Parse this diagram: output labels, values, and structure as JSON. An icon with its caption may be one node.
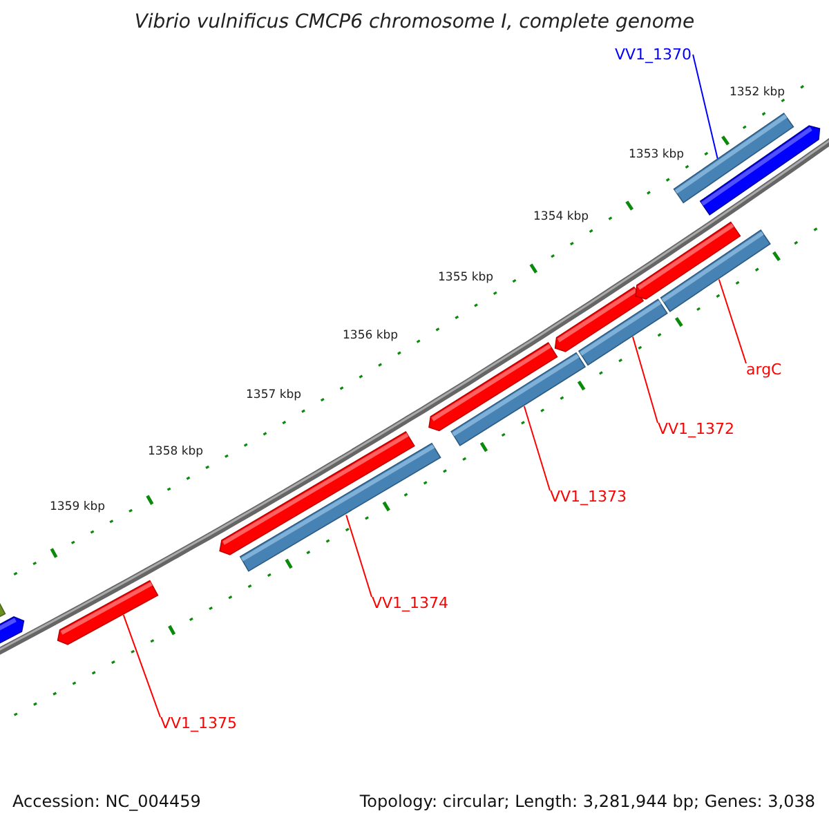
{
  "diagram": {
    "title": "Vibrio vulnificus CMCP6 chromosome I, complete genome",
    "nodes": [
      {
        "text": [
          "VV1_1370"
        ]
      },
      {
        "text": [
          "argC"
        ]
      },
      {
        "text": [
          "VV1_1372"
        ]
      },
      {
        "text": [
          "VV1_1373"
        ]
      },
      {
        "text": [
          "VV1_1374"
        ]
      },
      {
        "text": [
          "VV1_1375"
        ]
      },
      {
        "text": [],
        "shape": "bar"
      },
      {
        "text": [],
        "shape": "bar"
      },
      {
        "text": [],
        "shape": "bar"
      },
      {
        "text": [],
        "shape": "bar"
      },
      {
        "text": [],
        "shape": "bar"
      },
      {
        "text": [],
        "shape": "bar"
      }
    ],
    "edges": [
      {
        "from": 0,
        "to": 6,
        "arrow": "none",
        "color": "#0000ff"
      },
      {
        "from": 1,
        "to": 7,
        "arrow": "none"
      },
      {
        "from": 2,
        "to": 8,
        "arrow": "none"
      },
      {
        "from": 3,
        "to": 9,
        "arrow": "none"
      },
      {
        "from": 4,
        "to": 10,
        "arrow": "none"
      },
      {
        "from": 5,
        "to": 11,
        "arrow": "none"
      }
    ],
    "labels": [
      "1352 kbp",
      "1353 kbp",
      "1354 kbp",
      "1355 kbp",
      "1356 kbp",
      "1357 kbp",
      "1358 kbp",
      "1359 kbp",
      "Accession: NC_004459",
      "Topology: circular; Length: 3,281,944 bp; Genes: 3,038"
    ]
  }
}
